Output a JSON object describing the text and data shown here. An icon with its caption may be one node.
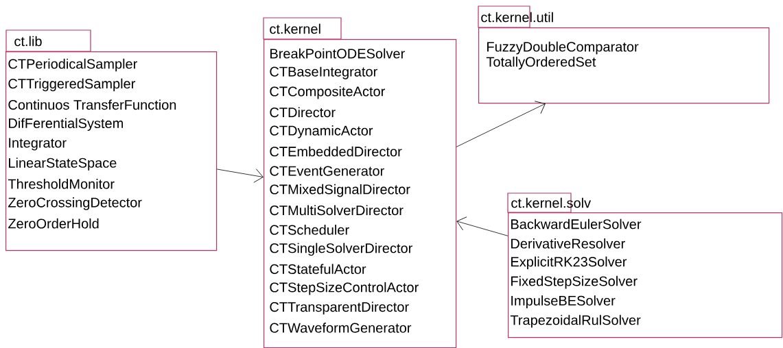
{
  "diagram": {
    "nodes": [
      {
        "text": [
          "ct.lib",
          "CTPeriodicalSampler",
          "CTTriggeredSampler",
          "Continuos TransferFunction",
          "DifFerentialSystem",
          "Integrator",
          "LinearStateSpace",
          "ThresholdMonitor",
          "ZeroCrossingDetector",
          "ZeroOrderHold"
        ]
      },
      {
        "text": [
          "ct.kernel",
          "BreakPointODESolver",
          "CTBaseIntegrator",
          "CTCompositeActor",
          "CTDirector",
          "CTDynamicActor",
          "CTEmbeddedDirector",
          "CTEventGenerator",
          "CTMixedSignalDirector",
          "CTMultiSolverDirector",
          "CTScheduler",
          "CTSingleSolverDirector",
          "CTStatefulActor",
          "CTStepSizeControlActor",
          "CTTransparentDirector",
          "CTWaveformGenerator"
        ]
      },
      {
        "text": [
          "ct.kernel.util",
          "FuzzyDoubleComparator",
          "TotallyOrderedSet"
        ]
      },
      {
        "text": [
          "ct.kernel.solv",
          "BackwardEulerSolver",
          "DerivativeResolver",
          "ExplicitRK23Solver",
          "FixedStepSizeSolver",
          "ImpulseBESolver",
          "TrapezoidalRulSolver"
        ]
      }
    ],
    "edges": [
      {
        "from": 0,
        "to": 1,
        "arrow": "to"
      },
      {
        "from": 1,
        "to": 2,
        "arrow": "to"
      },
      {
        "from": 3,
        "to": 1,
        "arrow": "to"
      }
    ]
  }
}
